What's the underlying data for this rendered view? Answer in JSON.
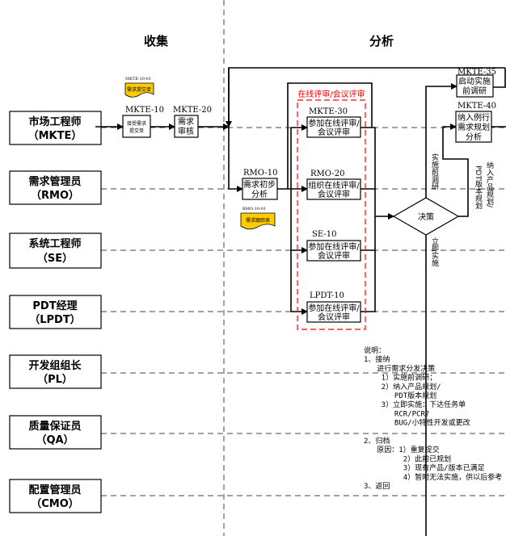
{
  "headers": {
    "collect": "收集",
    "analyze": "分析"
  },
  "lanes": [
    {
      "name": "市场工程师",
      "code": "（MKTE）"
    },
    {
      "name": "需求管理员",
      "code": "（RMO）"
    },
    {
      "name": "系统工程师",
      "code": "（SE）"
    },
    {
      "name": "PDT经理",
      "code": "（LPDT）"
    },
    {
      "name": "开发组组长",
      "code": "（PL）"
    },
    {
      "name": "质量保证员",
      "code": "（QA）"
    },
    {
      "name": "配置管理员",
      "code": "（CMO）"
    }
  ],
  "documents": [
    {
      "id": "MKTE-10-01",
      "label": "需求提交单"
    },
    {
      "id": "RMO-10-01",
      "label": "需求跟踪表"
    }
  ],
  "doc_color": "#FFCC00",
  "review_group": {
    "title": "在线评审/会议评审",
    "color": "#FF0000"
  },
  "steps": {
    "mkte10": {
      "id": "MKTE-10",
      "l1": "接受需求",
      "l2": "提交单"
    },
    "mkte20": {
      "id": "MKTE-20",
      "l1": "需求",
      "l2": "审核"
    },
    "rmo10": {
      "id": "RMO-10",
      "l1": "需求初步",
      "l2": "分析"
    },
    "mkte30": {
      "id": "MKTE-30",
      "l1": "参加在线评审/",
      "l2": "会议评审"
    },
    "rmo20": {
      "id": "RMO-20",
      "l1": "组织在线评审/",
      "l2": "会议评审"
    },
    "se10": {
      "id": "SE-10",
      "l1": "参加在线评审/",
      "l2": "会议评审"
    },
    "lpdt10": {
      "id": "LPDT-10",
      "l1": "参加在线评审/",
      "l2": "会议评审"
    },
    "mkte35": {
      "id": "MKTE-35",
      "l1": "启动实施",
      "l2": "前调研"
    },
    "mkte40": {
      "id": "MKTE-40",
      "l1": "纳入例行",
      "l2": "需求规划",
      "l3": "分析"
    }
  },
  "decision": {
    "label": "决策"
  },
  "branches": {
    "research": "实施前调研",
    "plan1": "纳入产品规划/",
    "plan2": "PDT版本规划",
    "immediate": "立即实施"
  },
  "notes": [
    "说明：",
    "1、接纳",
    "   进行需求分发决策",
    "    1）实施前调研；",
    "    2）纳入产品规划/",
    "       PDT版本规划",
    "    3）立即实施：下达任务单",
    "       RCR/PCR?",
    "       BUG/小特性开发或更改",
    "",
    "2、归档",
    "   原因：1）重复提交",
    "         2）此前已规划",
    "         3）现有产品/版本已满足",
    "         4）暂时无法实施，供以后参考",
    "3、返回"
  ]
}
